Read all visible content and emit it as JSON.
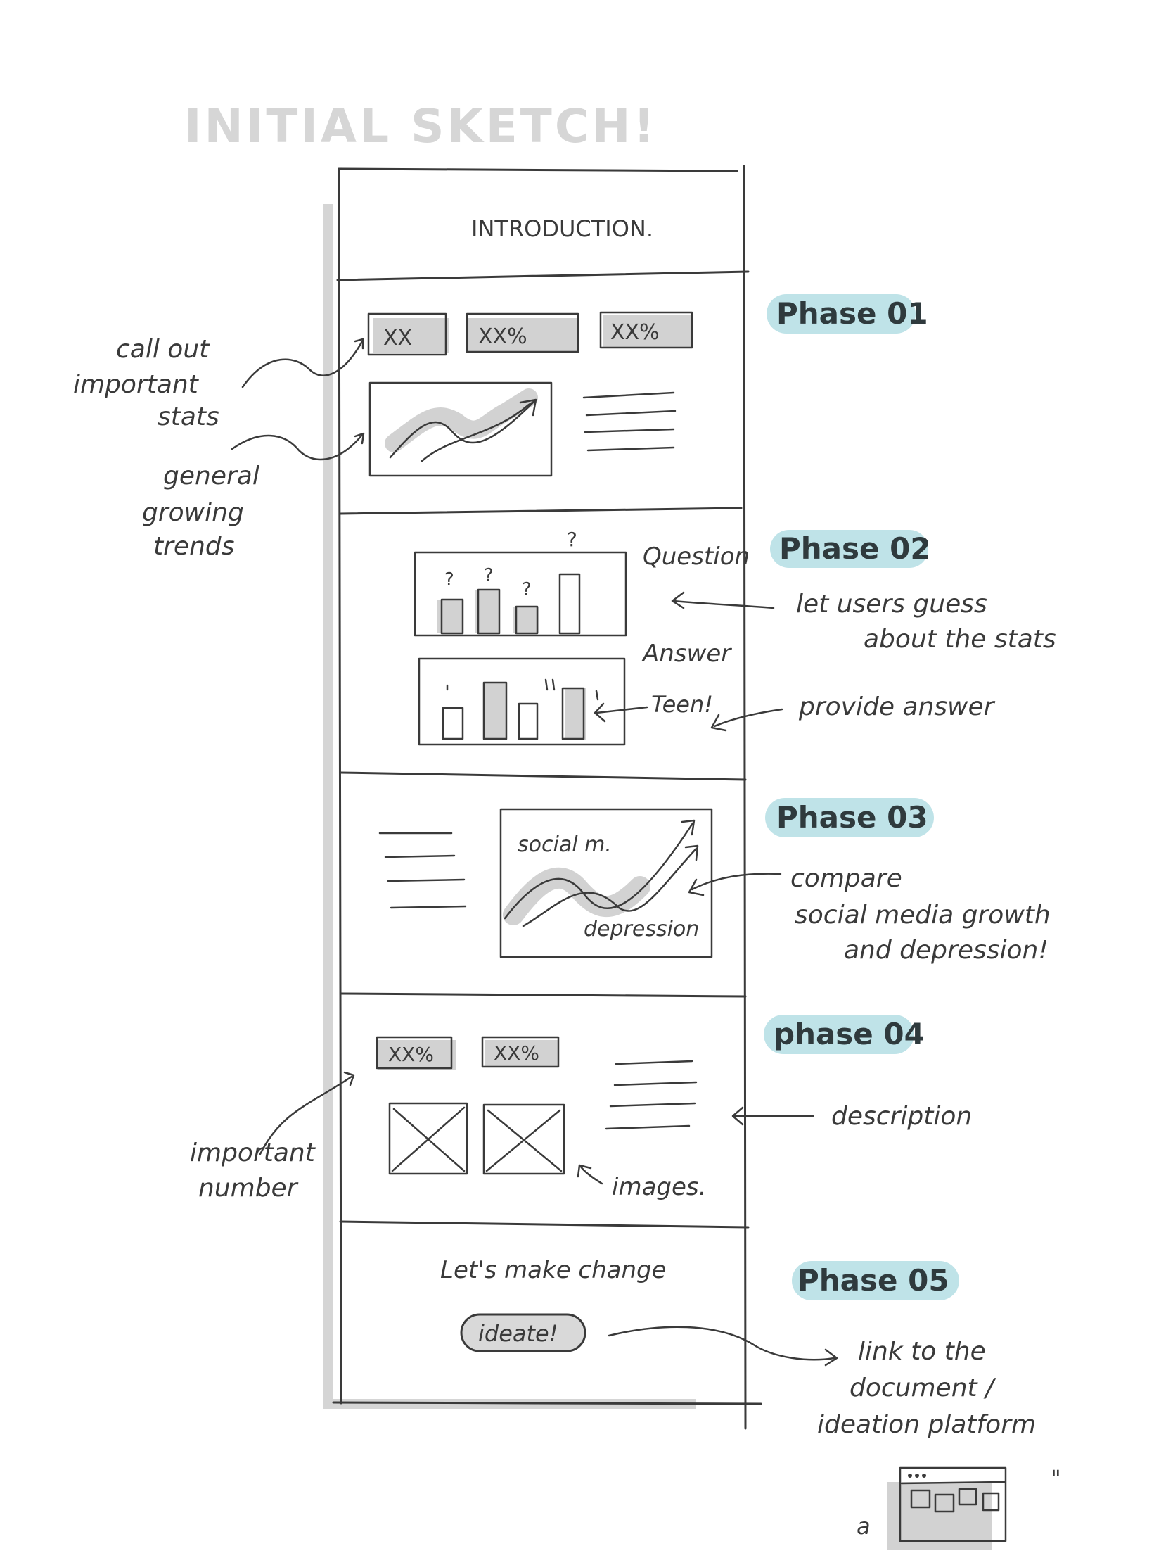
{
  "title": "INITIAL SKETCH!",
  "colors": {
    "ink": "#3a3a3a",
    "highlight": "#bfe3e8",
    "shade": "#d5d5d5",
    "title_gray": "#d6d6d6"
  },
  "intro": "INTRODUCTION.",
  "phase1": {
    "label": "Phase 01",
    "stats": [
      "XX",
      "XX%",
      "XX%"
    ],
    "notes": [
      "call out",
      "important",
      "stats",
      "general",
      "growing",
      "trends"
    ]
  },
  "phase2": {
    "label": "Phase 02",
    "question_label": "Question",
    "answer_label": "Answer",
    "teen_label": "Teen!",
    "question_marks": [
      "?",
      "?",
      "?",
      "?"
    ],
    "notes": [
      "let users guess",
      "about the stats",
      "provide answer"
    ]
  },
  "phase3": {
    "label": "Phase 03",
    "chart_labels": [
      "social m.",
      "depression"
    ],
    "notes": [
      "compare",
      "social media growth",
      "and depression!"
    ]
  },
  "phase4": {
    "label": "phase 04",
    "stats": [
      "XX%",
      "XX%"
    ],
    "images_label": "images.",
    "notes": [
      "important",
      "number",
      "description"
    ]
  },
  "phase5": {
    "label": "Phase 05",
    "cta_text": "Let's make change",
    "button_label": "ideate!",
    "notes": [
      "link to the",
      "document /",
      "ideation platform"
    ],
    "platform_prefix": "a",
    "platform_suffix": "\""
  }
}
